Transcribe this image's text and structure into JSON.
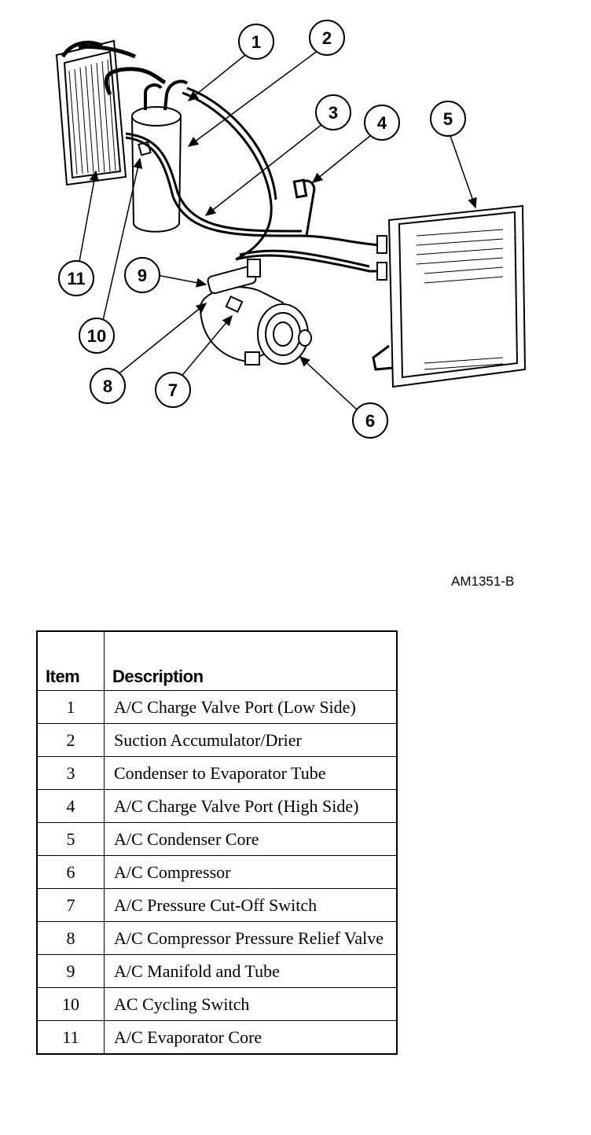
{
  "diagram": {
    "callouts": [
      "1",
      "2",
      "3",
      "4",
      "5",
      "6",
      "7",
      "8",
      "9",
      "10",
      "11"
    ],
    "figure_code": "AM1351-B"
  },
  "table": {
    "headers": {
      "item": "Item",
      "description": "Description"
    },
    "rows": [
      {
        "item": "1",
        "description": "A/C Charge Valve Port (Low Side)"
      },
      {
        "item": "2",
        "description": "Suction Accumulator/Drier"
      },
      {
        "item": "3",
        "description": "Condenser to Evaporator Tube"
      },
      {
        "item": "4",
        "description": "A/C Charge Valve Port (High Side)"
      },
      {
        "item": "5",
        "description": "A/C Condenser Core"
      },
      {
        "item": "6",
        "description": "A/C Compressor"
      },
      {
        "item": "7",
        "description": "A/C Pressure Cut-Off Switch"
      },
      {
        "item": "8",
        "description": "A/C Compressor Pressure Relief Valve"
      },
      {
        "item": "9",
        "description": "A/C Manifold and Tube"
      },
      {
        "item": "10",
        "description": "AC Cycling Switch"
      },
      {
        "item": "11",
        "description": "A/C Evaporator Core"
      }
    ]
  }
}
